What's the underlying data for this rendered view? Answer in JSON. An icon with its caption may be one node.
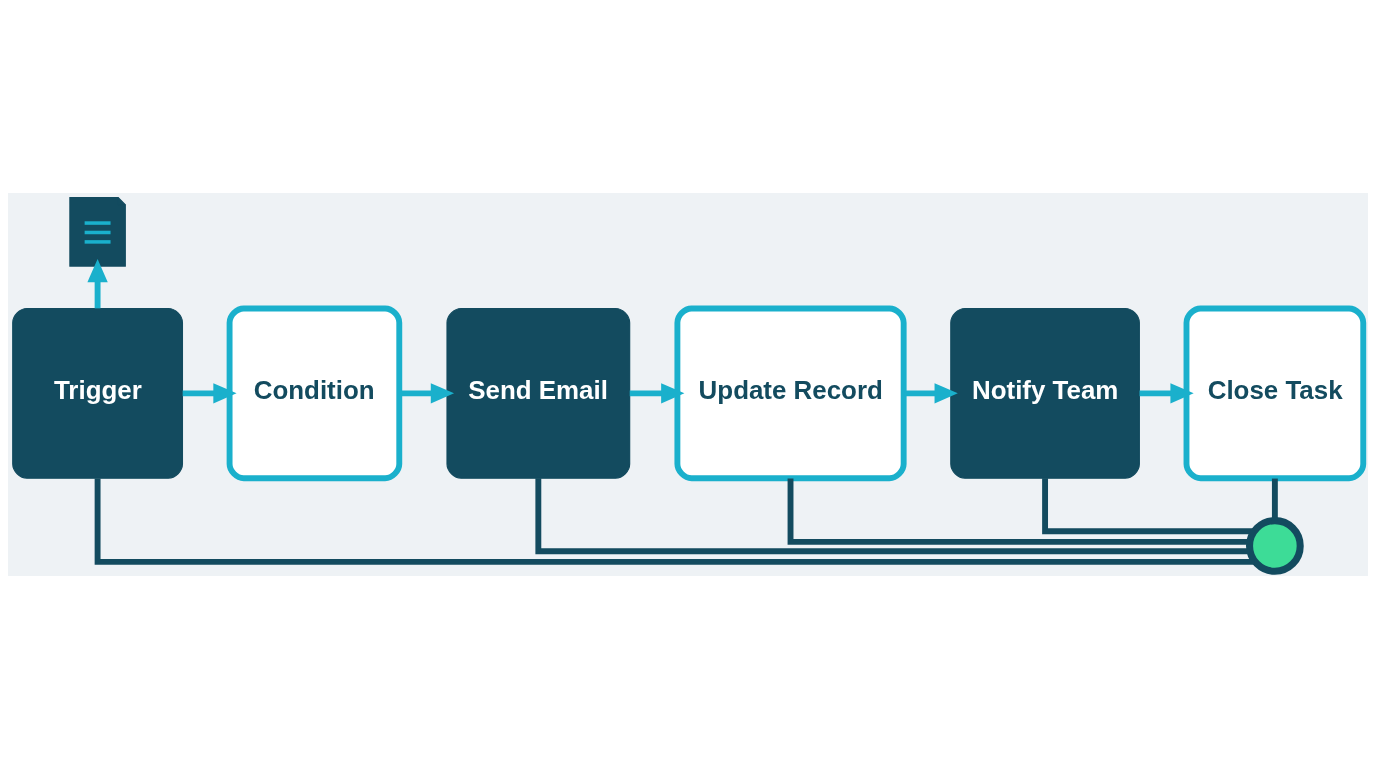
{
  "diagram": {
    "nodes": [
      {
        "text": [],
        "shape": "picture"
      },
      {
        "text": [
          "Trigger"
        ]
      },
      {
        "text": [
          "Condition"
        ]
      },
      {
        "text": [
          "Send Email"
        ]
      },
      {
        "text": [
          "Update Record"
        ]
      },
      {
        "text": [
          "Notify Team"
        ]
      },
      {
        "text": [
          "Close Task"
        ]
      },
      {
        "text": [],
        "shape": "circle"
      }
    ],
    "edges": [
      {
        "from": 1,
        "to": 0,
        "arrow": "to"
      },
      {
        "from": 1,
        "to": 2,
        "arrow": "to"
      },
      {
        "from": 2,
        "to": 3,
        "arrow": "to"
      },
      {
        "from": 3,
        "to": 4,
        "arrow": "to"
      },
      {
        "from": 4,
        "to": 5,
        "arrow": "to"
      },
      {
        "from": 5,
        "to": 6,
        "arrow": "to"
      },
      {
        "from": 1,
        "to": 7,
        "arrow": "none",
        "color": "#134b5f"
      },
      {
        "from": 3,
        "to": 7,
        "arrow": "none",
        "color": "#134b5f"
      },
      {
        "from": 4,
        "to": 7,
        "arrow": "none",
        "color": "#134b5f"
      },
      {
        "from": 5,
        "to": 7,
        "arrow": "none",
        "color": "#134b5f"
      },
      {
        "from": 6,
        "to": 7,
        "arrow": "none",
        "color": "#134b5f"
      }
    ]
  }
}
